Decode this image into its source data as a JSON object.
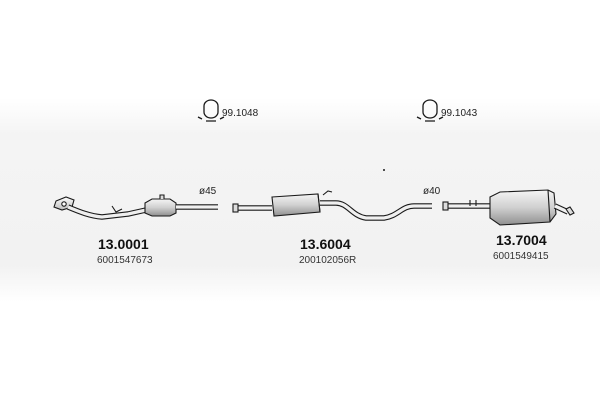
{
  "clamps": [
    {
      "code": "99.1048",
      "icon": "pipe-clamp-icon"
    },
    {
      "code": "99.1043",
      "icon": "pipe-clamp-icon"
    }
  ],
  "diameters": [
    {
      "label": "ø45"
    },
    {
      "label": "ø40"
    }
  ],
  "parts": [
    {
      "number": "13.0001",
      "oem": "6001547673",
      "component": "front-pipe-with-catalyst"
    },
    {
      "number": "13.6004",
      "oem": "200102056R",
      "component": "middle-silencer"
    },
    {
      "number": "13.7004",
      "oem": "6001549415",
      "component": "rear-silencer"
    }
  ],
  "colors": {
    "line": "#1a1a1a",
    "part_fill": "#dcdcdc",
    "band": "#f2f2f2"
  }
}
